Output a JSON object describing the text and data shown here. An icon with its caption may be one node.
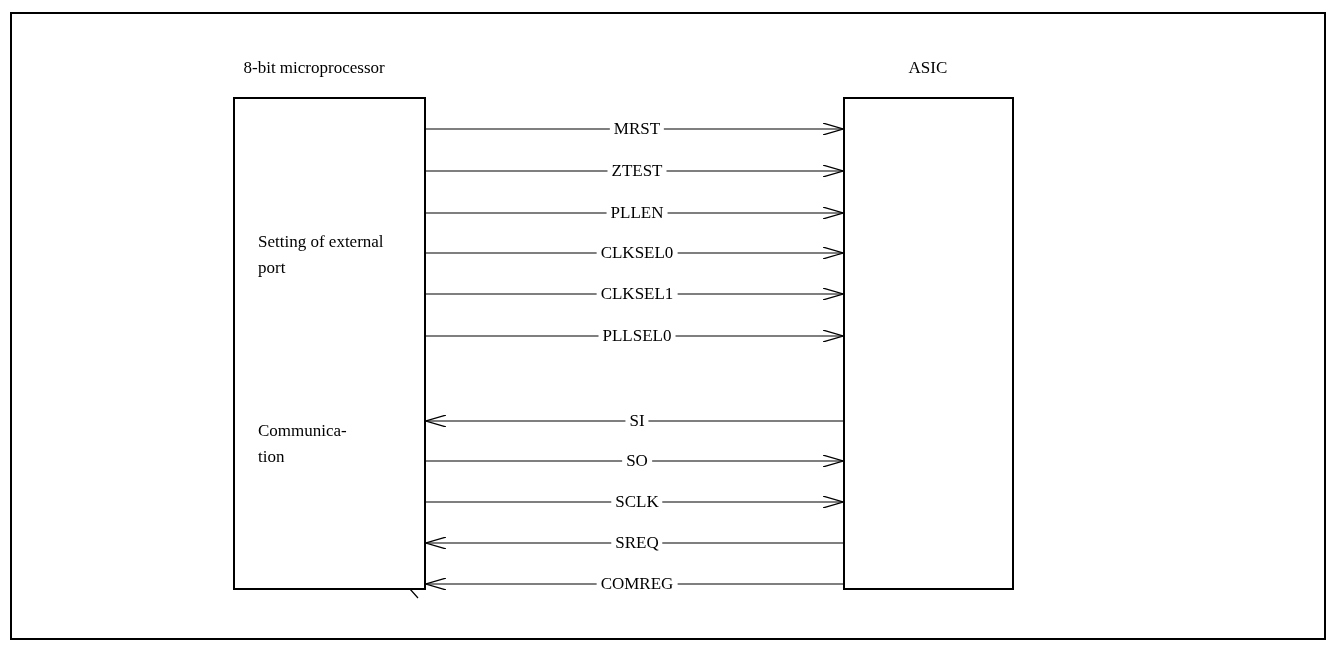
{
  "diagram": {
    "nodes": [
      {
        "text": [
          "8-bit microprocessor"
        ]
      },
      {
        "text": [
          "ASIC"
        ]
      }
    ],
    "edges": [
      {
        "from": 0,
        "to": 1,
        "arrow": "to",
        "label": "MRST"
      },
      {
        "from": 0,
        "to": 1,
        "arrow": "to",
        "label": "ZTEST"
      },
      {
        "from": 0,
        "to": 1,
        "arrow": "to",
        "label": "PLLEN"
      },
      {
        "from": 0,
        "to": 1,
        "arrow": "to",
        "label": "CLKSEL0"
      },
      {
        "from": 0,
        "to": 1,
        "arrow": "to",
        "label": "CLKSEL1"
      },
      {
        "from": 0,
        "to": 1,
        "arrow": "to",
        "label": "PLLSEL0"
      },
      {
        "from": 1,
        "to": 0,
        "arrow": "to",
        "label": "SI"
      },
      {
        "from": 0,
        "to": 1,
        "arrow": "to",
        "label": "SO"
      },
      {
        "from": 0,
        "to": 1,
        "arrow": "to",
        "label": "SCLK"
      },
      {
        "from": 1,
        "to": 0,
        "arrow": "to",
        "label": "SREQ"
      },
      {
        "from": 1,
        "to": 0,
        "arrow": "to",
        "label": "COMREG"
      }
    ],
    "labels": [
      "Setting of external port",
      "Communica- tion"
    ]
  }
}
